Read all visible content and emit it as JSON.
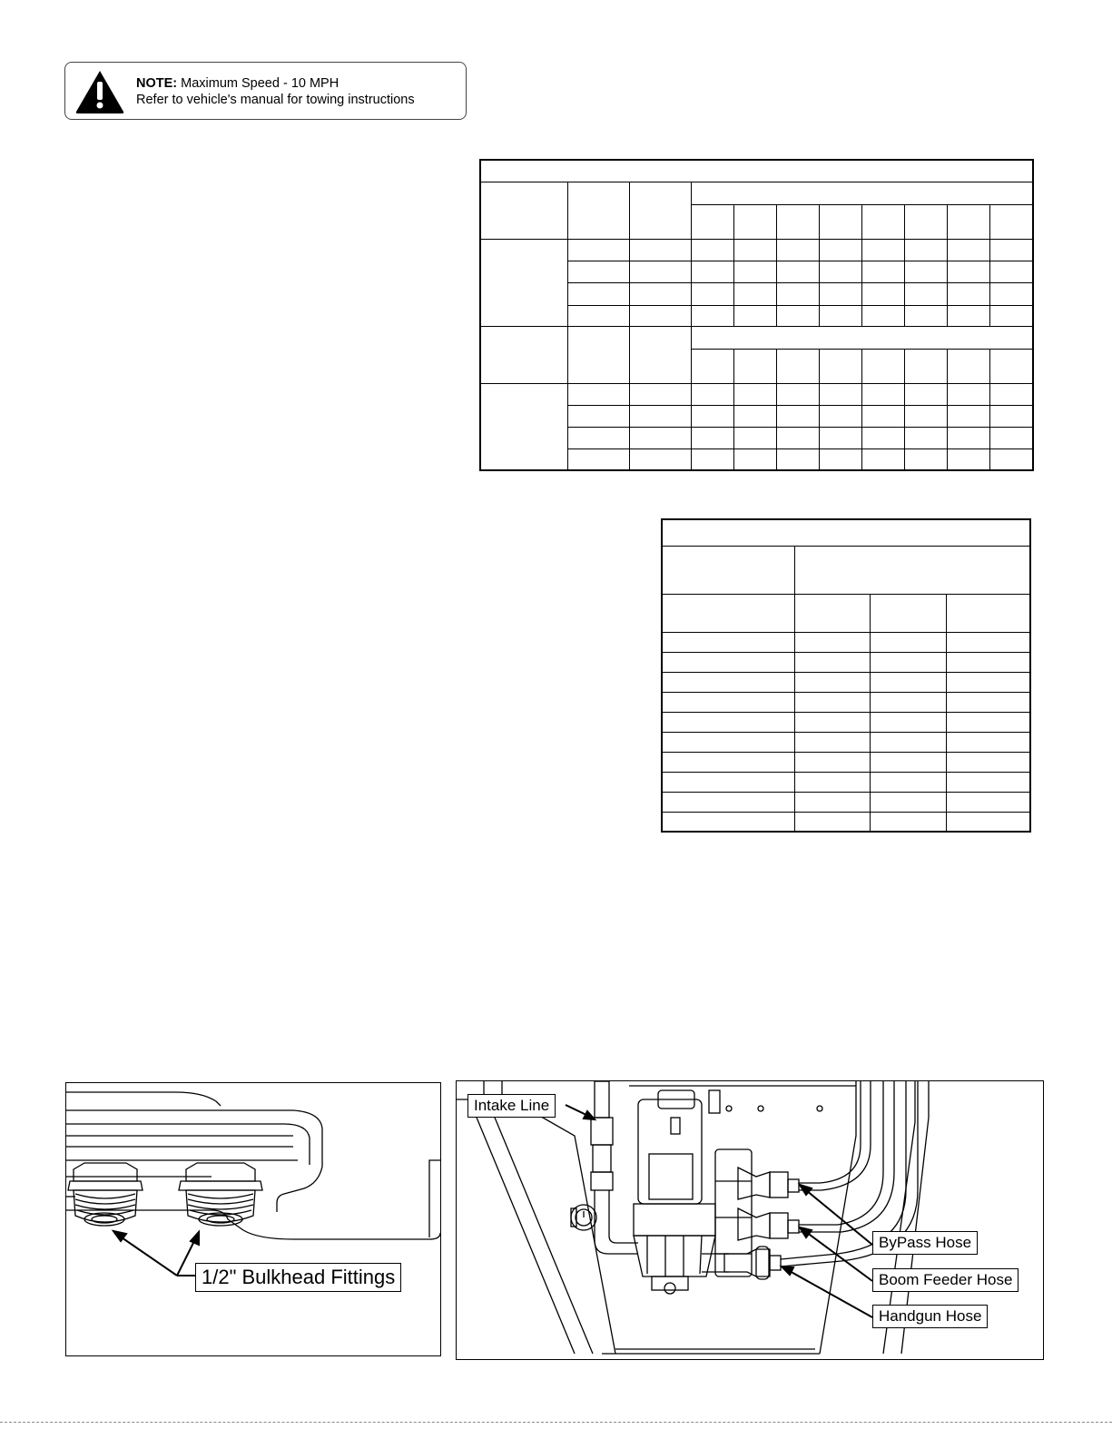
{
  "note": {
    "prefix": "NOTE:",
    "line1": " Maximum Speed - 10 MPH",
    "line2": "Refer to vehicle's manual for towing instructions",
    "icon": "warning-triangle-icon"
  },
  "figure_left": {
    "callout": "1/2\" Bulkhead Fittings"
  },
  "figure_right": {
    "callouts": {
      "intake": "Intake Line",
      "bypass": "ByPass Hose",
      "boom_feeder": "Boom Feeder Hose",
      "handgun": "Handgun Hose"
    }
  }
}
